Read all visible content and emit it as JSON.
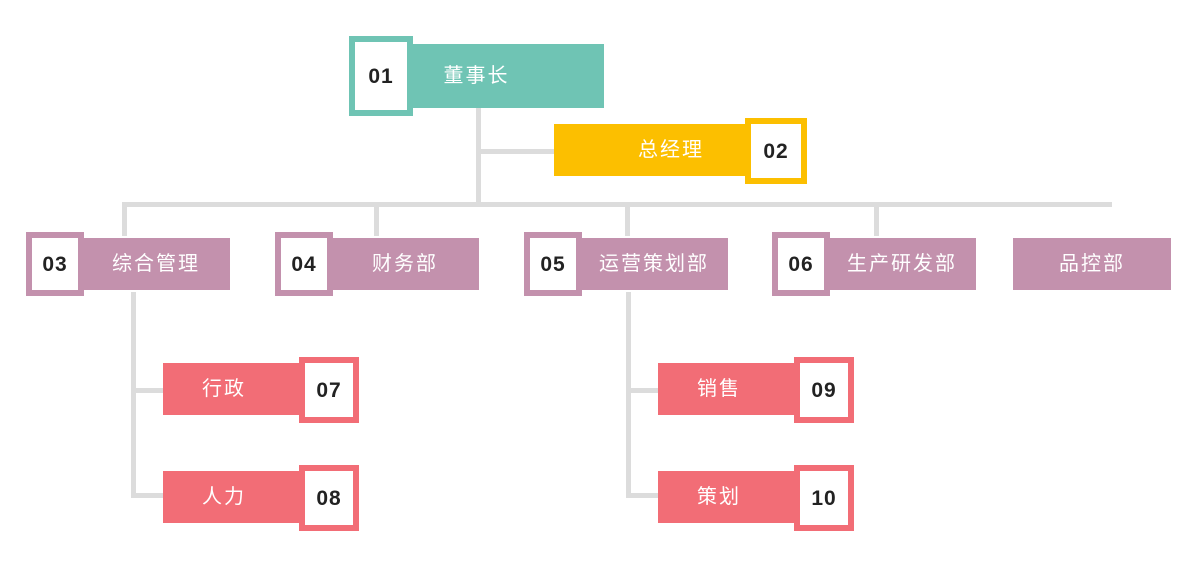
{
  "chart_data": {
    "type": "diagram",
    "title": "",
    "subtype": "organization-chart",
    "colors": {
      "teal": "#6fc4b4",
      "amber": "#fcbf00",
      "mauve": "#c391ad",
      "coral": "#f26d76",
      "connector": "#dcdcdc",
      "background": "#ffffff",
      "label_text": "#ffffff",
      "badge_text": "#222222",
      "badge_fill": "#ffffff"
    },
    "nodes": [
      {
        "id": "01",
        "label": "董事长",
        "level": 1,
        "color": "teal",
        "badge": "01",
        "badge_side": "left"
      },
      {
        "id": "02",
        "label": "总经理",
        "level": 2,
        "color": "amber",
        "badge": "02",
        "badge_side": "right"
      },
      {
        "id": "03",
        "label": "综合管理",
        "level": 3,
        "color": "mauve",
        "badge": "03",
        "badge_side": "left"
      },
      {
        "id": "04",
        "label": "财务部",
        "level": 3,
        "color": "mauve",
        "badge": "04",
        "badge_side": "left"
      },
      {
        "id": "05",
        "label": "运营策划部",
        "level": 3,
        "color": "mauve",
        "badge": "05",
        "badge_side": "left"
      },
      {
        "id": "06",
        "label": "生产研发部",
        "level": 3,
        "color": "mauve",
        "badge": "06",
        "badge_side": "left"
      },
      {
        "id": "qc",
        "label": "品控部",
        "level": 3,
        "color": "mauve",
        "badge": null,
        "badge_side": null
      },
      {
        "id": "07",
        "label": "行政",
        "level": 4,
        "color": "coral",
        "badge": "07",
        "badge_side": "right",
        "parent": "03"
      },
      {
        "id": "08",
        "label": "人力",
        "level": 4,
        "color": "coral",
        "badge": "08",
        "badge_side": "right",
        "parent": "03"
      },
      {
        "id": "09",
        "label": "销售",
        "level": 4,
        "color": "coral",
        "badge": "09",
        "badge_side": "right",
        "parent": "05"
      },
      {
        "id": "10",
        "label": "策划",
        "level": 4,
        "color": "coral",
        "badge": "10",
        "badge_side": "right",
        "parent": "05"
      }
    ],
    "edges": [
      {
        "from": "01",
        "to": "02"
      },
      {
        "from": "01",
        "to": "03"
      },
      {
        "from": "01",
        "to": "04"
      },
      {
        "from": "01",
        "to": "05"
      },
      {
        "from": "01",
        "to": "06"
      },
      {
        "from": "03",
        "to": "07"
      },
      {
        "from": "03",
        "to": "08"
      },
      {
        "from": "05",
        "to": "09"
      },
      {
        "from": "05",
        "to": "10"
      }
    ]
  },
  "nodes": {
    "n01": {
      "label": "董事长",
      "badge": "01"
    },
    "n02": {
      "label": "总经理",
      "badge": "02"
    },
    "n03": {
      "label": "综合管理",
      "badge": "03"
    },
    "n04": {
      "label": "财务部",
      "badge": "04"
    },
    "n05": {
      "label": "运营策划部",
      "badge": "05"
    },
    "n06": {
      "label": "生产研发部",
      "badge": "06"
    },
    "nqc": {
      "label": "品控部"
    },
    "n07": {
      "label": "行政",
      "badge": "07"
    },
    "n08": {
      "label": "人力",
      "badge": "08"
    },
    "n09": {
      "label": "销售",
      "badge": "09"
    },
    "n10": {
      "label": "策划",
      "badge": "10"
    }
  }
}
